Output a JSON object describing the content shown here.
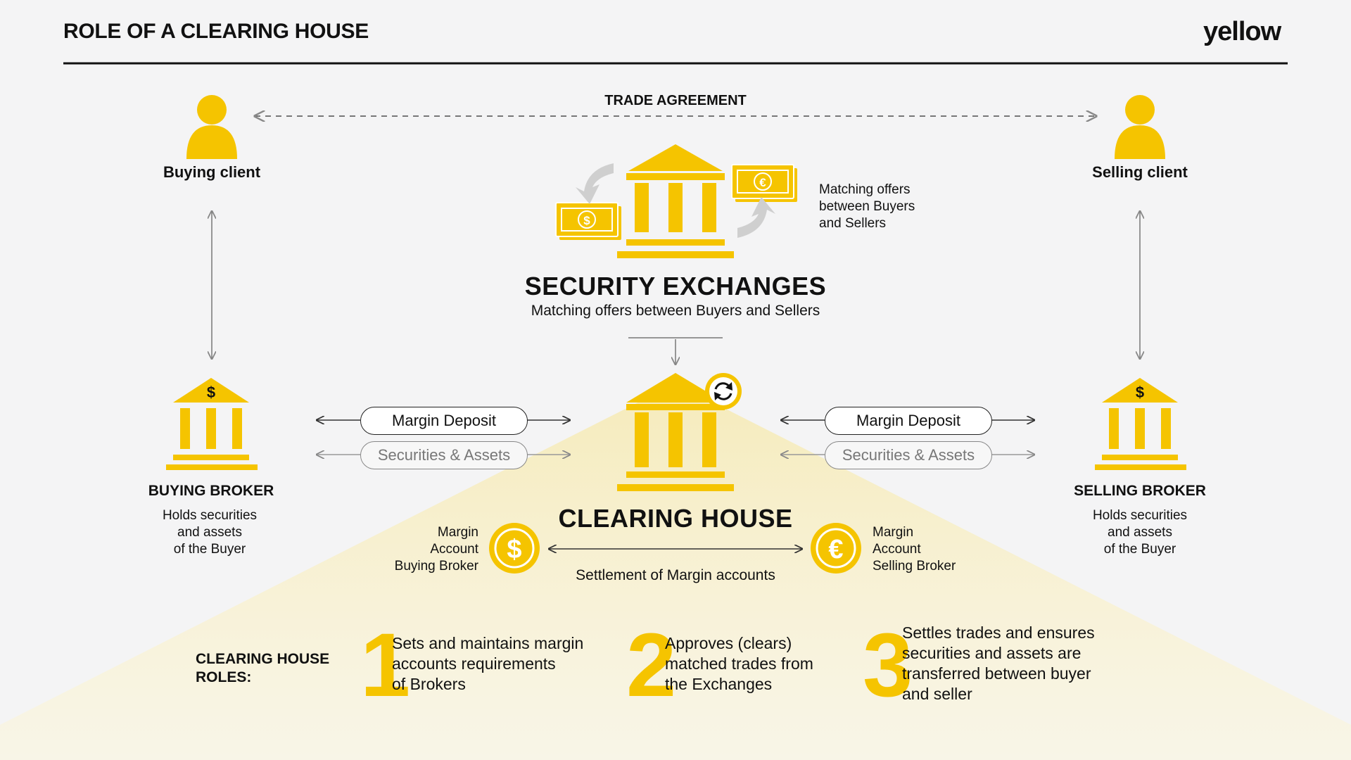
{
  "header": {
    "title": "ROLE OF A CLEARING HOUSE",
    "logo_text": "yellow"
  },
  "colors": {
    "accent": "#f5c400",
    "text": "#111111",
    "muted": "#777777",
    "background": "#f4f4f5"
  },
  "trade_agreement": {
    "label": "TRADE AGREEMENT"
  },
  "buying_client": {
    "label": "Buying client",
    "icon": "person-icon"
  },
  "selling_client": {
    "label": "Selling client",
    "icon": "person-icon"
  },
  "exchange": {
    "title": "SECURITY EXCHANGES",
    "subtitle": "Matching offers between Buyers and Sellers",
    "side_note": [
      "Matching offers",
      "between Buyers",
      "and Sellers"
    ]
  },
  "buying_broker": {
    "title": "BUYING BROKER",
    "desc": [
      "Holds securities",
      "and assets",
      "of the Buyer"
    ]
  },
  "selling_broker": {
    "title": "SELLING BROKER",
    "desc": [
      "Holds securities",
      "and assets",
      "of the Buyer"
    ]
  },
  "flows": {
    "margin_deposit": "Margin Deposit",
    "securities_assets": "Securities & Assets"
  },
  "clearing_house": {
    "title": "CLEARING HOUSE",
    "settlement": "Settlement of Margin accounts",
    "left_account": [
      "Margin",
      "Account",
      "Buying Broker"
    ],
    "right_account": [
      "Margin",
      "Account",
      "Selling Broker"
    ]
  },
  "roles": {
    "label": [
      "CLEARING HOUSE",
      "ROLES:"
    ],
    "items": [
      {
        "num": "1",
        "text": [
          "Sets and maintains margin",
          "accounts requirements",
          "of Brokers"
        ]
      },
      {
        "num": "2",
        "text": [
          "Approves (clears)",
          "matched trades from",
          "the Exchanges"
        ]
      },
      {
        "num": "3",
        "text": [
          "Settles trades and ensures",
          "securities and assets are",
          "transferred between buyer",
          "and seller"
        ]
      }
    ]
  }
}
